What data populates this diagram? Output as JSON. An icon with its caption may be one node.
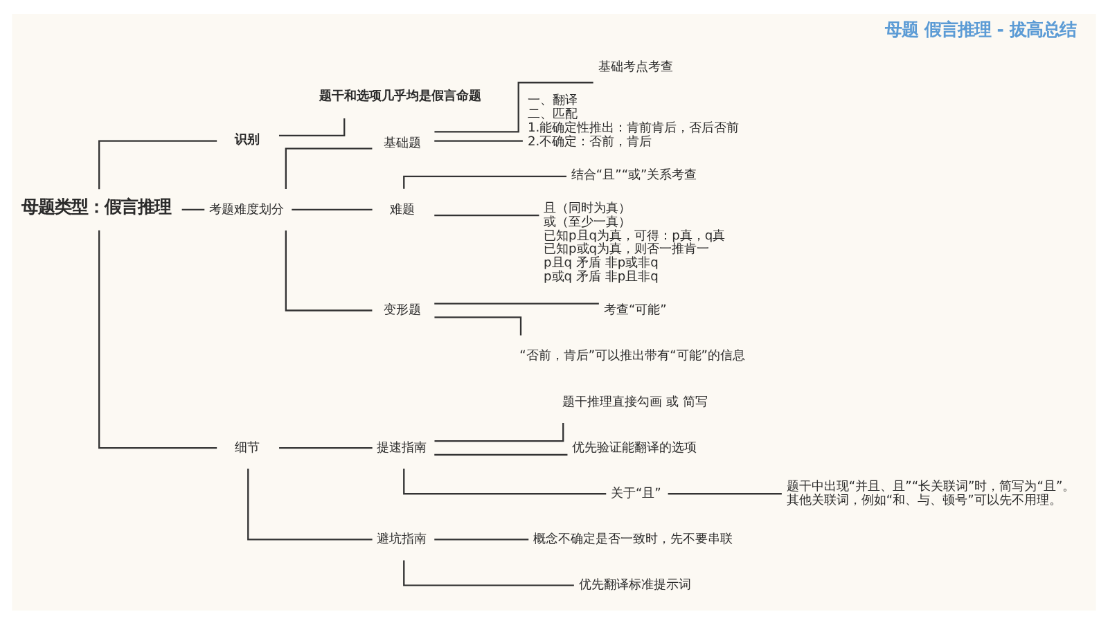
{
  "diagram": {
    "title": "母题 假言推理 - 拔高总结",
    "nodes": [
      {
        "text": [
          "母题类型：假言推理"
        ]
      },
      {
        "text": [
          "识别"
        ]
      },
      {
        "text": [
          "题干和选项几乎均是假言命题"
        ]
      },
      {
        "text": [
          "考题难度划分"
        ]
      },
      {
        "text": [
          "基础题"
        ]
      },
      {
        "text": [
          "基础考点考查"
        ]
      },
      {
        "text": [
          "一、翻译",
          "二、匹配",
          "1.能确定性推出：肯前肯后，否后否前",
          "2.不确定：否前，肯后"
        ]
      },
      {
        "text": [
          "难题"
        ]
      },
      {
        "text": [
          "结合“且”“或”关系考查"
        ]
      },
      {
        "text": [
          "且（同时为真）",
          "或（至少一真）",
          "已知p且q为真，可得：p真，q真",
          "已知p或q为真，则否一推肯一",
          "p且q 矛盾 非p或非q",
          "p或q 矛盾 非p且非q"
        ]
      },
      {
        "text": [
          "变形题"
        ]
      },
      {
        "text": [
          "考查“可能”"
        ]
      },
      {
        "text": [
          "“否前，肯后”可以推出带有“可能”的信息"
        ]
      },
      {
        "text": [
          "细节"
        ]
      },
      {
        "text": [
          "提速指南"
        ]
      },
      {
        "text": [
          "题干推理直接勾画 或 简写"
        ]
      },
      {
        "text": [
          "优先验证能翻译的选项"
        ]
      },
      {
        "text": [
          "关于“且”"
        ]
      },
      {
        "text": [
          "题干中出现“并且、且”“长关联词”时，简写为“且”。",
          "其他关联词，例如“和、与、顿号”可以先不用理。"
        ]
      },
      {
        "text": [
          "避坑指南"
        ]
      },
      {
        "text": [
          "概念不确定是否一致时，先不要串联"
        ]
      },
      {
        "text": [
          "优先翻译标准提示词"
        ]
      }
    ],
    "edges": [
      {
        "from": 0,
        "to": 1,
        "arrow": "none"
      },
      {
        "from": 0,
        "to": 3,
        "arrow": "none"
      },
      {
        "from": 0,
        "to": 13,
        "arrow": "none"
      },
      {
        "from": 1,
        "to": 2,
        "arrow": "none"
      },
      {
        "from": 3,
        "to": 4,
        "arrow": "none"
      },
      {
        "from": 3,
        "to": 7,
        "arrow": "none"
      },
      {
        "from": 3,
        "to": 10,
        "arrow": "none"
      },
      {
        "from": 4,
        "to": 5,
        "arrow": "none"
      },
      {
        "from": 4,
        "to": 6,
        "arrow": "none"
      },
      {
        "from": 7,
        "to": 8,
        "arrow": "none"
      },
      {
        "from": 7,
        "to": 9,
        "arrow": "none"
      },
      {
        "from": 10,
        "to": 11,
        "arrow": "none"
      },
      {
        "from": 10,
        "to": 12,
        "arrow": "none"
      },
      {
        "from": 13,
        "to": 14,
        "arrow": "none"
      },
      {
        "from": 13,
        "to": 19,
        "arrow": "none"
      },
      {
        "from": 14,
        "to": 15,
        "arrow": "none"
      },
      {
        "from": 14,
        "to": 16,
        "arrow": "none"
      },
      {
        "from": 14,
        "to": 17,
        "arrow": "none"
      },
      {
        "from": 17,
        "to": 18,
        "arrow": "none"
      },
      {
        "from": 19,
        "to": 20,
        "arrow": "none"
      },
      {
        "from": 19,
        "to": 21,
        "arrow": "none"
      }
    ]
  }
}
